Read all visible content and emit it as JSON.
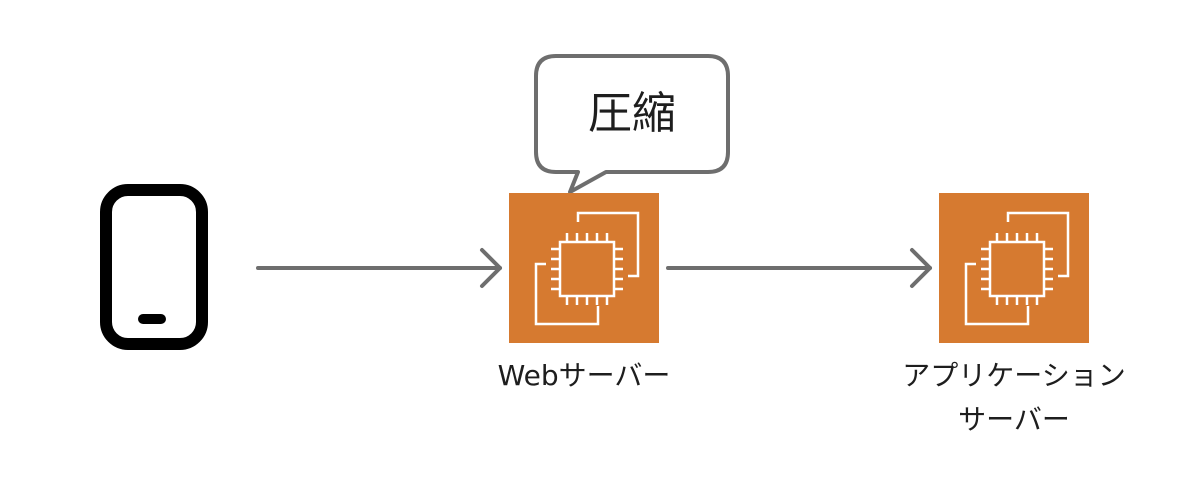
{
  "bubble": {
    "text": "圧縮"
  },
  "web_server": {
    "label": "Webサーバー",
    "icon": "ec2-instance-icon",
    "color": "#d67a30"
  },
  "app_server": {
    "label_line1": "アプリケーション",
    "label_line2": "サーバー",
    "icon": "ec2-instance-icon",
    "color": "#d67a30"
  },
  "client": {
    "icon": "smartphone-icon"
  },
  "colors": {
    "arrow": "#6e6e6e",
    "bubble_stroke": "#6e6e6e",
    "icon_stroke": "#000000",
    "text": "#1e1e1e"
  }
}
